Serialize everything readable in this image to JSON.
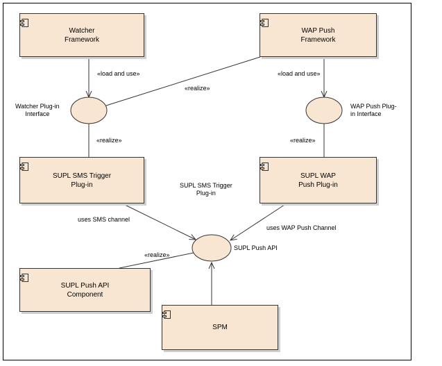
{
  "colors": {
    "box_fill": "#f9e6d2",
    "ellipse_fill": "#f9e6d2",
    "stroke": "#333333"
  },
  "components": {
    "watcher_framework": "Watcher\nFramework",
    "wap_push_framework": "WAP Push\nFramework",
    "supl_sms_trigger_plugin": "SUPL SMS Trigger\nPlug-in",
    "supl_wap_push_plugin": "SUPL WAP\nPush Plug-in",
    "supl_push_api_component": "SUPL Push API\nComponent",
    "spm": "SPM"
  },
  "interfaces": {
    "watcher_plugin_interface": "Watcher Plug-in\nInterface",
    "wap_push_plugin_interface": "WAP Push Plug-\nin Interface",
    "supl_push_api": "SUPL Push API"
  },
  "labels": {
    "load_and_use_left": "«load and use»",
    "load_and_use_right": "«load and use»",
    "realize_diagonal": "«realize»",
    "realize_left": "«realize»",
    "realize_right": "«realize»",
    "realize_bottom": "«realize»",
    "floating_sms_trigger": "SUPL SMS Trigger\nPlug-in",
    "uses_sms_channel": "uses SMS channel",
    "uses_wap_push_channel": "uses WAP Push Channel"
  },
  "icons": {
    "component": "uml-component-icon"
  }
}
